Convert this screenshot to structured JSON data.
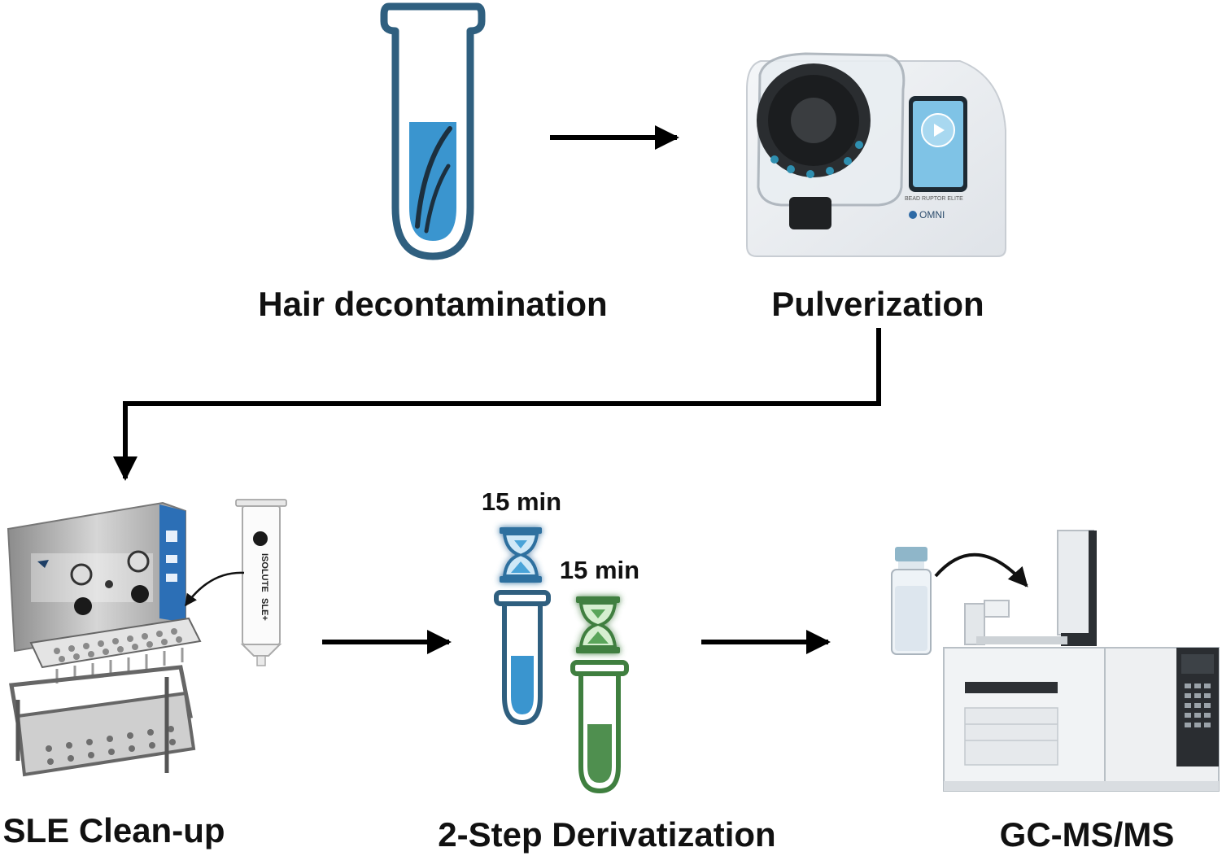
{
  "steps": {
    "hair_decontamination": "Hair decontamination",
    "pulverization": "Pulverization",
    "sle_cleanup": "SLE Clean-up",
    "derivatization": "2-Step Derivatization",
    "gcms": "GC-MS/MS"
  },
  "timers": {
    "step1": "15 min",
    "step2": "15 min"
  },
  "device_labels": {
    "bead_ruptor": "BEAD RUPTOR ELITE",
    "omni": "OMNI",
    "cartridge_brand": "ISOLUTE",
    "cartridge_type": "SLE+"
  },
  "colors": {
    "tube_outline": "#2f5f7f",
    "liquid_blue": "#3a95cf",
    "liquid_green": "#4f8f4f",
    "timer_blue": "#4aa3d8",
    "timer_green": "#5aa55a",
    "arrow": "#000000"
  },
  "icons": [
    "test-tube-icon",
    "hourglass-icon",
    "vial-icon",
    "arrow-right-icon",
    "arrow-down-icon"
  ]
}
